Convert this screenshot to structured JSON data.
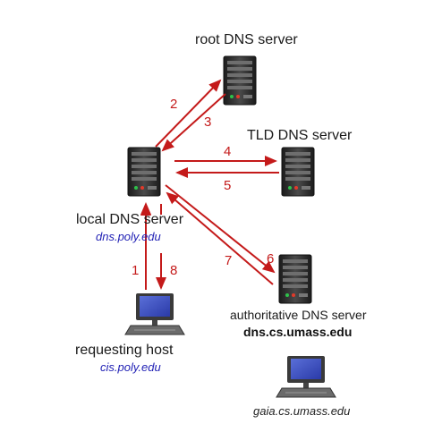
{
  "root_server": {
    "title": "root DNS server"
  },
  "tld_server": {
    "title": "TLD DNS server"
  },
  "local_server": {
    "title": "local DNS server",
    "hostname": "dns.poly.edu"
  },
  "authoritative_server": {
    "title": "authoritative DNS server",
    "hostname": "dns.cs.umass.edu"
  },
  "requesting_host": {
    "title": "requesting host",
    "hostname": "cis.poly.edu"
  },
  "target_host": {
    "hostname": "gaia.cs.umass.edu"
  },
  "steps": [
    "1",
    "2",
    "3",
    "4",
    "5",
    "6",
    "7",
    "8"
  ],
  "colors": {
    "arrow": "#c41a1a",
    "hostname": "#1f1fb4",
    "server_body": "#2a2a2a"
  }
}
